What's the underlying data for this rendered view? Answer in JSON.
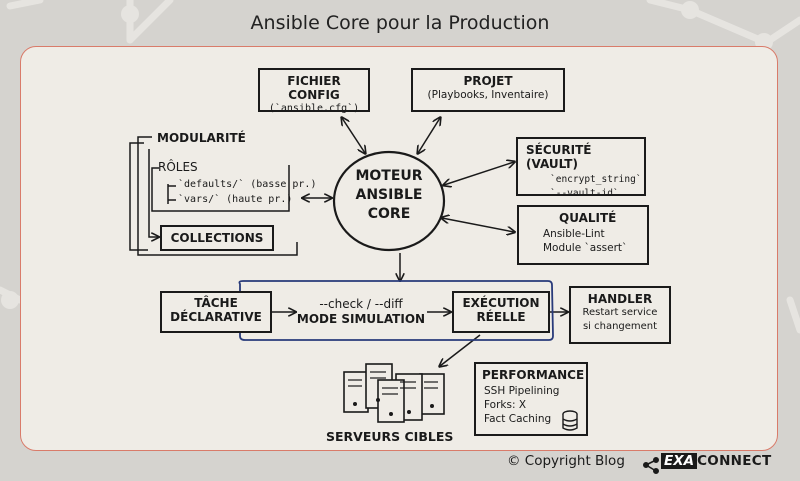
{
  "title": "Ansible Core pour la Production",
  "center": {
    "line1": "MOTEUR",
    "line2": "ANSIBLE",
    "line3": "CORE"
  },
  "config": {
    "title": "FICHIER CONFIG",
    "sub": "(`ansible.cfg`)"
  },
  "projet": {
    "title": "PROJET",
    "sub": "(Playbooks, Inventaire)"
  },
  "modularite": {
    "title": "MODULARITÉ",
    "roles_title": "RÔLES",
    "roles_items": [
      "`defaults/` (basse pr.)",
      "`vars/` (haute pr.)"
    ],
    "collections": "COLLECTIONS"
  },
  "securite": {
    "title": "SÉCURITÉ (VAULT)",
    "items": [
      "`encrypt_string`",
      "`--vault-id`"
    ]
  },
  "qualite": {
    "title": "QUALITÉ",
    "items": [
      "Ansible-Lint",
      "Module `assert`"
    ]
  },
  "tache": {
    "line1": "TÂCHE",
    "line2": "DÉCLARATIVE"
  },
  "simulation": {
    "line1": "--check / --diff",
    "line2": "MODE SIMULATION"
  },
  "execution": {
    "line1": "EXÉCUTION",
    "line2": "RÉELLE"
  },
  "handler": {
    "title": "HANDLER",
    "line1": "Restart service",
    "line2": "si changement"
  },
  "performance": {
    "title": "PERFORMANCE",
    "items": [
      "SSH Pipelining",
      "Forks: X",
      "Fact Caching"
    ]
  },
  "servers_label": "SERVEURS CIBLES",
  "footer": {
    "copyright": "© Copyright Blog",
    "brand_exa": "EXA",
    "brand_connect": "CONNECT"
  }
}
